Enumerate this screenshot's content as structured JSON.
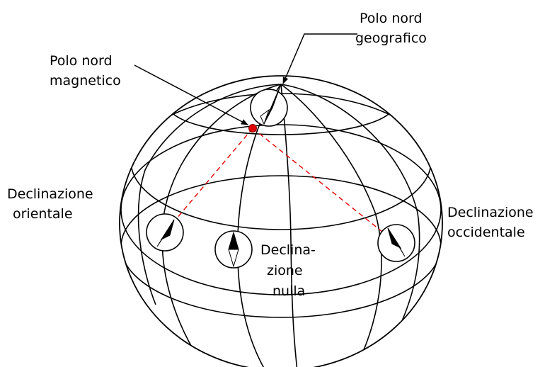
{
  "labels": {
    "geo_north_1": "Polo nord",
    "geo_north_2": "geografico",
    "mag_north_1": "Polo nord",
    "mag_north_2": "magnetico",
    "east_1": "Declinazione",
    "east_2": "orientale",
    "zero_1": "Declina-",
    "zero_2": "zione",
    "zero_3": "nulla",
    "west_1": "Declinazione",
    "west_2": "occidentale"
  },
  "colors": {
    "stroke": "#000000",
    "magnetic_pole": "#e00000",
    "dashed_line": "#e00000",
    "background": "#ffffff"
  }
}
